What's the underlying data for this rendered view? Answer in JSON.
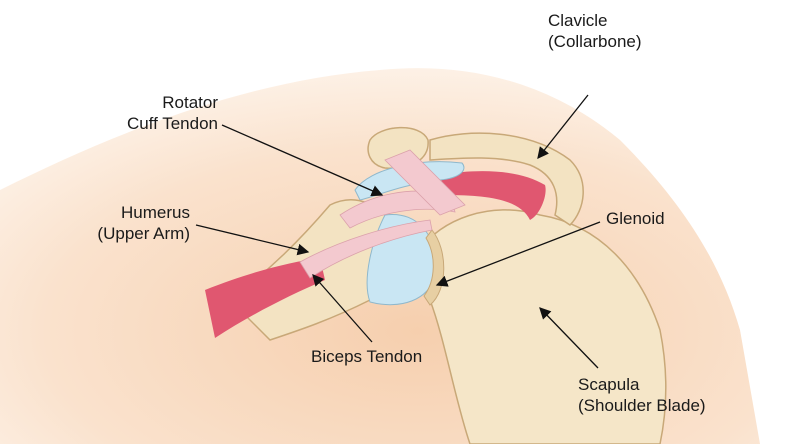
{
  "labels": {
    "clavicle": {
      "name": "Clavicle",
      "alt": "(Collarbone)"
    },
    "rotator_cuff": {
      "line1": "Rotator",
      "line2": "Cuff Tendon"
    },
    "humerus": {
      "name": "Humerus",
      "alt": "(Upper Arm)"
    },
    "glenoid": {
      "name": "Glenoid"
    },
    "biceps": {
      "name": "Biceps Tendon"
    },
    "scapula": {
      "name": "Scapula",
      "alt": "(Shoulder Blade)"
    }
  },
  "colors": {
    "skin": "#f8dcc3",
    "bone": "#f3e3c2",
    "bone_outline": "#c8a878",
    "cartilage": "#c9e6f3",
    "muscle": "#e05770",
    "tendon": "#f3c9cf"
  }
}
